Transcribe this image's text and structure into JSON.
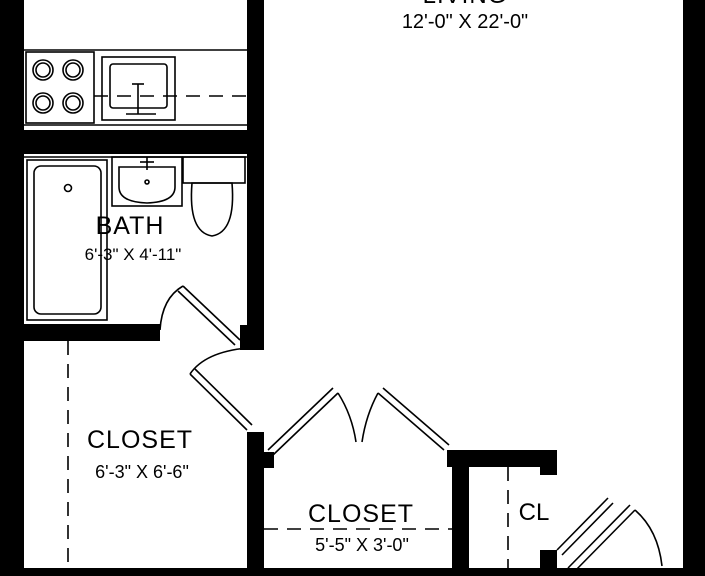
{
  "rooms": {
    "living": {
      "name": "LIVING",
      "size": "12'-0\" X 22'-0\""
    },
    "bath": {
      "name": "BATH",
      "size": "6'-3\" X 4'-11\""
    },
    "closet_large": {
      "name": "CLOSET",
      "size": "6'-3\" X 6'-6\""
    },
    "closet_small": {
      "name": "CLOSET",
      "size": "5'-5\" X 3'-0\""
    },
    "closet_mini": {
      "name": "CL"
    }
  },
  "colors": {
    "wall": "#000000",
    "background": "#ffffff"
  }
}
